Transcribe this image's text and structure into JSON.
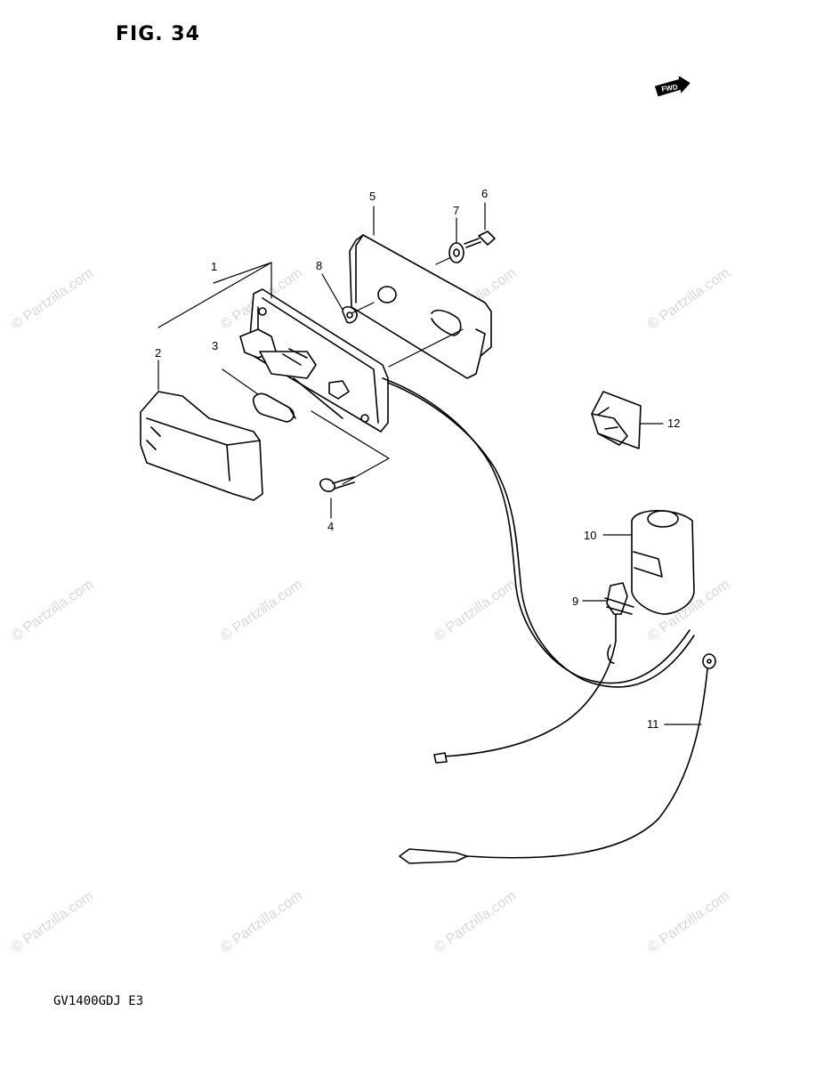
{
  "figure": {
    "title": "FIG. 34",
    "model_code": "GV1400GDJ  E3",
    "direction_badge": "FWD"
  },
  "watermark_text": "© Partzilla.com",
  "parts": {
    "p1": "1",
    "p2": "2",
    "p3": "3",
    "p4": "4",
    "p5": "5",
    "p6": "6",
    "p7": "7",
    "p8": "8",
    "p9": "9",
    "p10": "10",
    "p11": "11",
    "p12": "12"
  }
}
